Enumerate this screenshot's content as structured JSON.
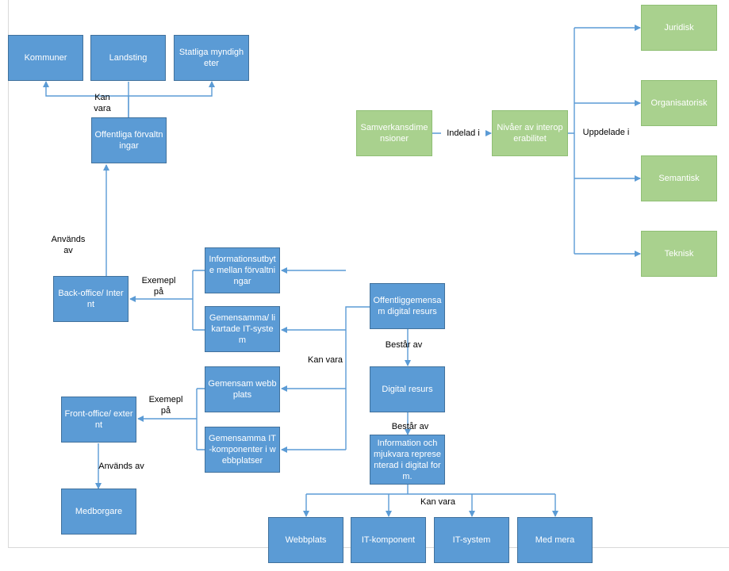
{
  "colors": {
    "node_blue": "#5b9bd5",
    "node_blue_border": "#41719c",
    "node_green": "#a9d18e",
    "line": "#5b9bd5"
  },
  "nodes": {
    "kommuner": "Kommuner",
    "landsting": "Landsting",
    "statliga": "Statliga myndigheter",
    "offentliga": "Offentliga förvaltningar",
    "backoffice": "Back-office/ Internt",
    "frontoffice": "Front-office/ externt",
    "medborgare": "Medborgare",
    "infoutbyte": "Informationsutbyte mellan förvaltningar",
    "gemensamma_it": "Gemensamma/ likartade IT-system",
    "gemensam_webb": "Gemensam webbplats",
    "gemensamma_itkomp": "Gemensamma IT-komponenter i webbplatser",
    "offentlig_resurs": "Offentliggemensam digital resurs",
    "digital_resurs": "Digital resurs",
    "information": "Information och mjukvara representerad i digital form.",
    "webbplats": "Webbplats",
    "itkomponent": "IT-komponent",
    "itsystem": "IT-system",
    "medmera": "Med mera",
    "samverkan": "Samverkansdimensioner",
    "nivaer": "Nivåer av interoperabilitet",
    "juridisk": "Juridisk",
    "organisatorisk": "Organisatorisk",
    "semantisk": "Semantisk",
    "teknisk": "Teknisk"
  },
  "labels": {
    "kan_vara_top": "Kan\nvara",
    "anvands_av_1": "Används\nav",
    "exemepl_1": "Exemepl\npå",
    "kan_vara_mid": "Kan vara",
    "exemepl_2": "Exemepl\npå",
    "anvands_av_2": "Används av",
    "bestar_av_1": "Består av",
    "bestar_av_2": "Består av",
    "kan_vara_bottom": "Kan vara",
    "indelad_i": "Indelad i",
    "uppdelade_i": "Uppdelade i"
  }
}
